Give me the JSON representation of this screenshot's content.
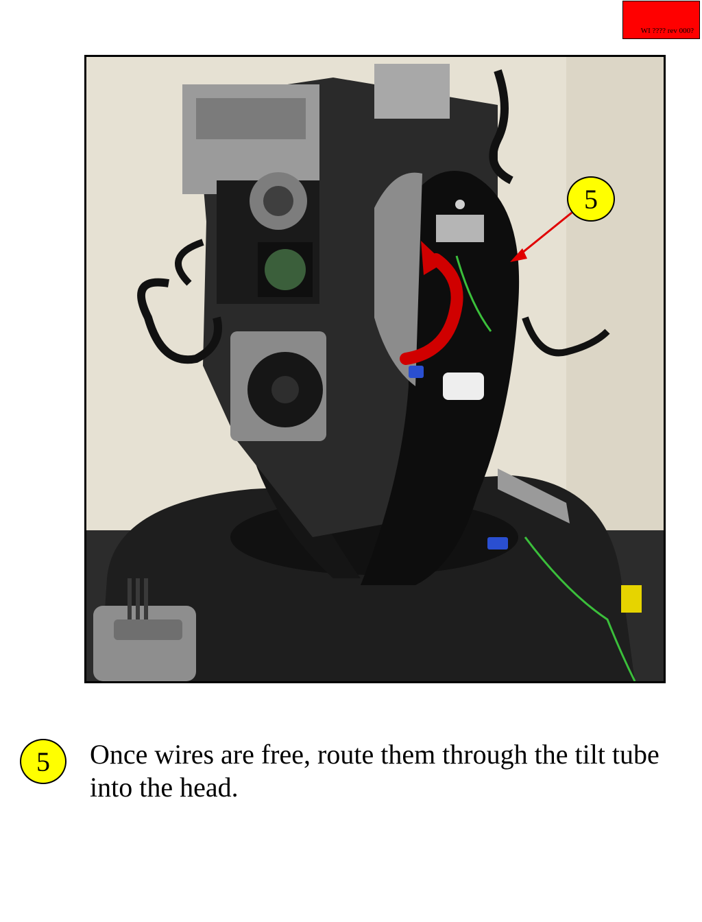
{
  "revision_tag": {
    "text": "WI ???? rev 000?",
    "color": "#ff0000"
  },
  "photo": {
    "description_icon": "fixture-head-photo",
    "callout_number": "5",
    "arrow_color": "#e00000"
  },
  "step": {
    "number": "5",
    "instruction": "Once wires are free, route them through the tilt tube into the head.",
    "badge_color": "#ffff00"
  }
}
